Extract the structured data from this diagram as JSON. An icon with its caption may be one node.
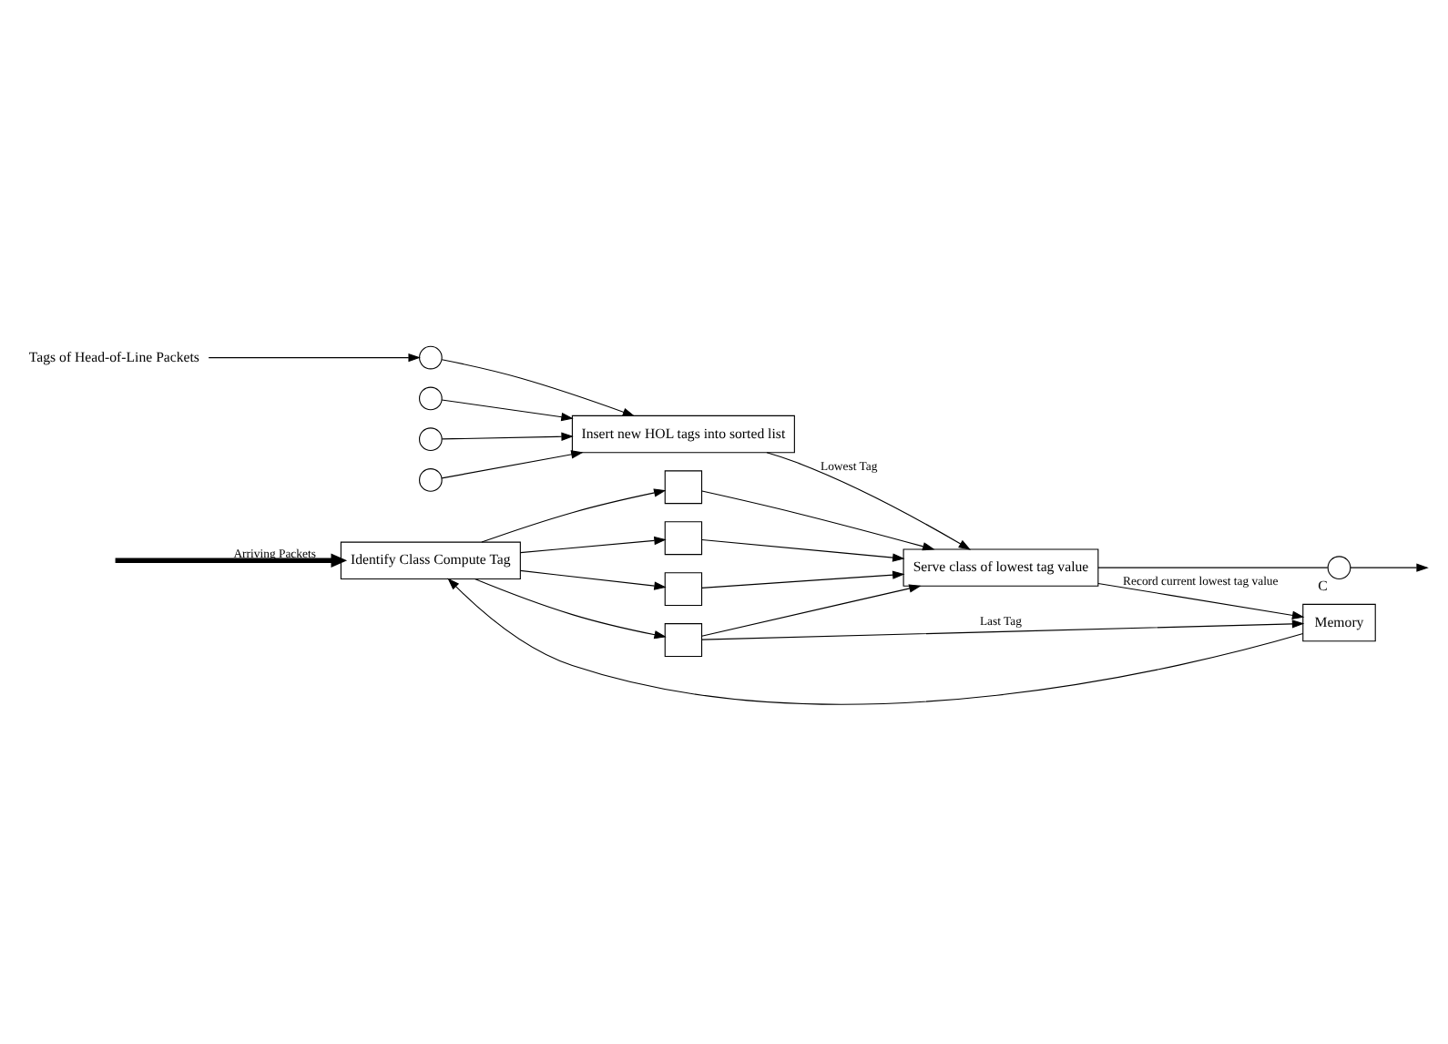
{
  "diagram": {
    "nodes": [
      {
        "text": [
          "Identify Class Compute Tag"
        ]
      },
      {
        "text": [],
        "shape": "box"
      },
      {
        "text": [],
        "shape": "box"
      },
      {
        "text": [],
        "shape": "box"
      },
      {
        "text": [],
        "shape": "box"
      },
      {
        "text": [],
        "shape": "circle"
      },
      {
        "text": [],
        "shape": "circle"
      },
      {
        "text": [],
        "shape": "circle"
      },
      {
        "text": [],
        "shape": "circle"
      },
      {
        "text": [
          "Insert new HOL tags into sorted list"
        ]
      },
      {
        "text": [
          "Serve class of lowest tag value"
        ]
      },
      {
        "text": [],
        "shape": "circle",
        "beside": [
          "C"
        ]
      },
      {
        "text": [
          "Memory"
        ]
      },
      {
        "text": [
          "Tags of Head-of-Line Packets"
        ]
      }
    ],
    "edges": [
      {
        "from": null,
        "to": 0,
        "arrow": "to",
        "label": "Arriving Packets",
        "style": "thick"
      },
      {
        "from": 0,
        "to": 1,
        "arrow": "to"
      },
      {
        "from": 0,
        "to": 2,
        "arrow": "to"
      },
      {
        "from": 0,
        "to": 3,
        "arrow": "to"
      },
      {
        "from": 0,
        "to": 4,
        "arrow": "to"
      },
      {
        "from": 13,
        "to": 5,
        "arrow": "to"
      },
      {
        "from": 5,
        "to": 9,
        "arrow": "to"
      },
      {
        "from": 6,
        "to": 9,
        "arrow": "to"
      },
      {
        "from": 7,
        "to": 9,
        "arrow": "to"
      },
      {
        "from": 8,
        "to": 9,
        "arrow": "to"
      },
      {
        "from": 1,
        "to": 10,
        "arrow": "to"
      },
      {
        "from": 2,
        "to": 10,
        "arrow": "to"
      },
      {
        "from": 3,
        "to": 10,
        "arrow": "to"
      },
      {
        "from": 4,
        "to": 10,
        "arrow": "to"
      },
      {
        "from": 9,
        "to": 10,
        "arrow": "to",
        "label": "Lowest Tag"
      },
      {
        "from": 10,
        "to": 11,
        "arrow": "none"
      },
      {
        "from": 11,
        "to": null,
        "arrow": "to"
      },
      {
        "from": 4,
        "to": 12,
        "arrow": "to",
        "label": "Last Tag"
      },
      {
        "from": 10,
        "to": 12,
        "arrow": "to",
        "label": "Record current lowest tag value"
      },
      {
        "from": 12,
        "to": 0,
        "arrow": "to"
      }
    ]
  }
}
